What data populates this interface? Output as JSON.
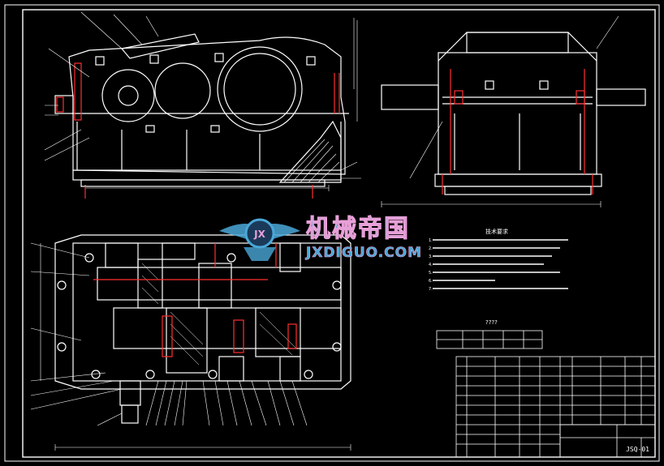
{
  "watermark": {
    "cn_title": "机械帝国",
    "url": "JXDIGUO.COM",
    "emblem_letters": "JX"
  },
  "notes": {
    "heading": "技术要求",
    "lines": [
      "1.",
      "2.",
      "3.",
      "4.",
      "5.",
      "6.",
      "7."
    ]
  },
  "spec_table": {
    "heading": "????"
  },
  "title_block": {
    "drawing_number": "JSQ-01"
  },
  "colors": {
    "background": "#000000",
    "line": "#ffffff",
    "red": "#ff3030",
    "watermark_blue": "#4aa8d8",
    "watermark_pink": "#e8a0d8"
  }
}
